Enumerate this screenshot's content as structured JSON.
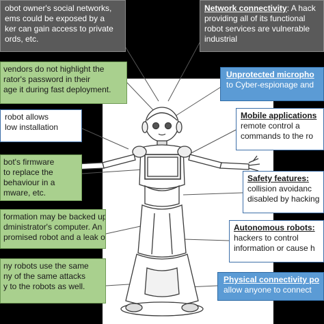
{
  "boxes": {
    "top_left": {
      "lines": [
        "obot owner's social networks,",
        "ems could be exposed by a",
        "ker can gain access to private",
        "ords, etc."
      ]
    },
    "top_right": {
      "title": "Network connectivity",
      "lines": [
        ": A hack",
        "providing all of its functional",
        "robot services are vulnerable",
        "industrial"
      ]
    },
    "left_1": {
      "lines": [
        "vendors do not highlight the",
        "rator's password in their",
        "age it during fast deployment."
      ]
    },
    "right_1": {
      "title": "Unprotected micropho",
      "lines": [
        "to Cyber-espionage and"
      ]
    },
    "left_2": {
      "lines": [
        "robot    allows",
        "low installation"
      ]
    },
    "right_2": {
      "title": "Mobile applications",
      "lines": [
        "remote  control  a",
        "commands to the ro"
      ]
    },
    "left_3": {
      "lines": [
        "bot's firmware",
        "to replace the",
        "behaviour in a",
        "mware, etc."
      ]
    },
    "right_3": {
      "title": "Safety  features:",
      "lines": [
        "collision  avoidanc",
        "disabled by hacking"
      ]
    },
    "left_4": {
      "lines": [
        "formation may be backed up",
        "dministrator's computer.  An",
        "promised robot and a leak of"
      ]
    },
    "right_4": {
      "title": "Autonomous robots:",
      "lines": [
        "hackers   to   control",
        "information or cause h"
      ]
    },
    "left_5": {
      "lines": [
        "ny robots use the same",
        "ny of the same attacks",
        "y to the robots as well."
      ]
    },
    "right_5": {
      "title": "Physical connectivity po",
      "lines": [
        "allow anyone to connect"
      ]
    }
  },
  "colors": {
    "grey": "#5a5a5a",
    "green": "#a9d08e",
    "blue": "#5b9bd5",
    "white": "#ffffff",
    "robot_outline": "#3a3a3a"
  }
}
